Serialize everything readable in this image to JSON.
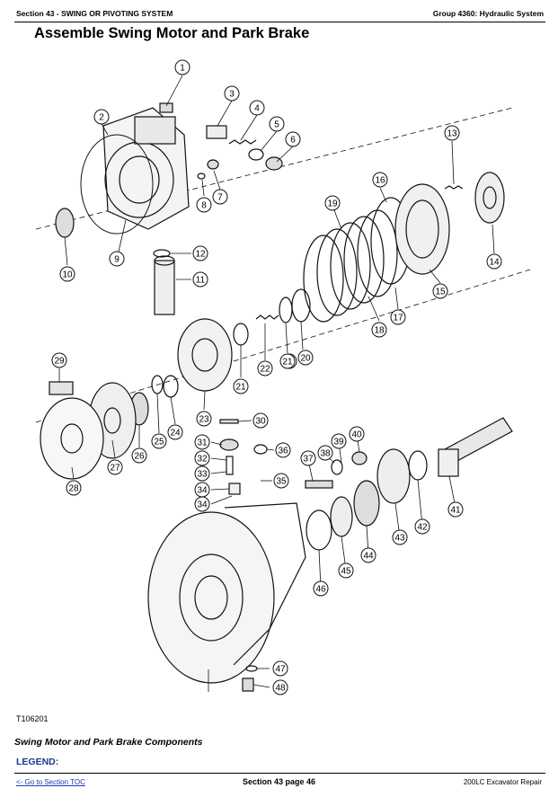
{
  "header": {
    "section": "Section 43 - SWING OR PIVOTING SYSTEM",
    "group": "Group 4360: Hydraulic System"
  },
  "title": "Assemble Swing Motor and Park Brake",
  "figure": {
    "id": "T106201",
    "callouts": [
      "1",
      "2",
      "3",
      "4",
      "5",
      "6",
      "7",
      "8",
      "9",
      "10",
      "11",
      "12",
      "13",
      "14",
      "15",
      "16",
      "17",
      "18",
      "19",
      "20",
      "21",
      "21",
      "21",
      "22",
      "23",
      "24",
      "25",
      "26",
      "27",
      "28",
      "29",
      "30",
      "31",
      "32",
      "33",
      "34",
      "34",
      "35",
      "36",
      "37",
      "38",
      "39",
      "40",
      "41",
      "42",
      "43",
      "44",
      "45",
      "46",
      "47",
      "48"
    ]
  },
  "caption": "Swing Motor and Park Brake Components",
  "legend_label": "LEGEND:",
  "footer": {
    "toc_link": "<- Go to Section TOC",
    "page": "Section 43 page 46",
    "product": "200LC Excavator Repair"
  }
}
